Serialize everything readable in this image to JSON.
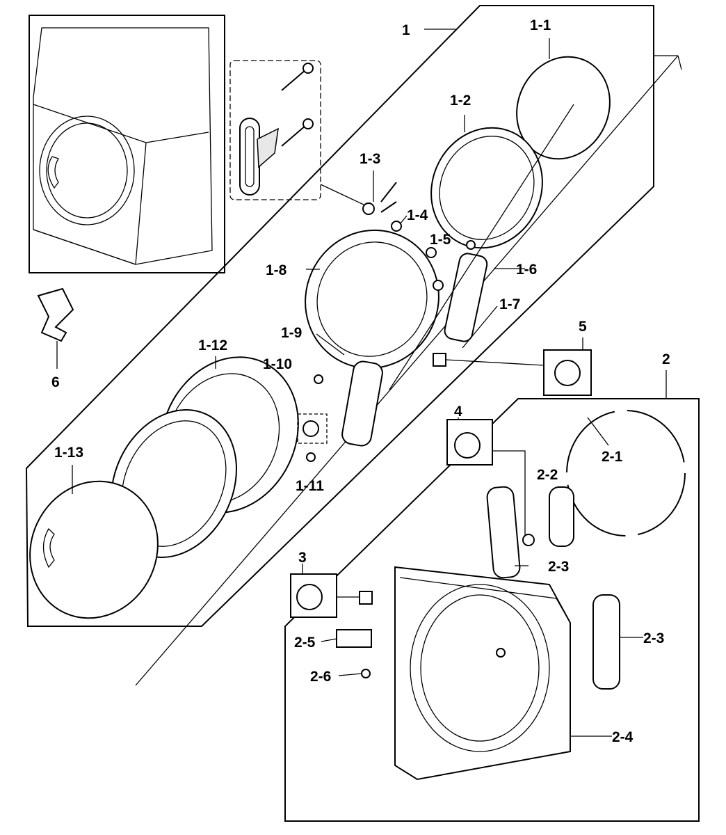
{
  "labels": {
    "l1": "1",
    "l1_1": "1-1",
    "l1_2": "1-2",
    "l1_3": "1-3",
    "l1_4": "1-4",
    "l1_5": "1-5",
    "l1_6": "1-6",
    "l1_7": "1-7",
    "l1_8": "1-8",
    "l1_9": "1-9",
    "l1_10": "1-10",
    "l1_11": "1-11",
    "l1_12": "1-12",
    "l1_13": "1-13",
    "l2": "2",
    "l2_1": "2-1",
    "l2_2": "2-2",
    "l2_3a": "2-3",
    "l2_3b": "2-3",
    "l2_4": "2-4",
    "l2_5": "2-5",
    "l2_6": "2-6",
    "l3": "3",
    "l4": "4",
    "l5": "5",
    "l6": "6"
  }
}
